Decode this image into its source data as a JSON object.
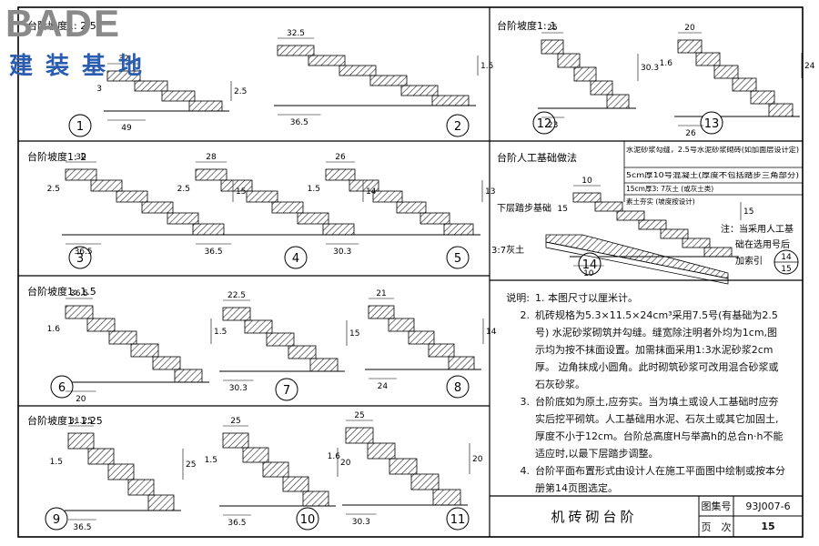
{
  "logo": {
    "brand": "BADE",
    "chinese": "建装基地"
  },
  "slopes": {
    "s1": "台阶坡度1: 2.5",
    "s2": "台阶坡度1: 1",
    "s3": "台阶坡度1: 2",
    "s4": "台阶坡度1: 1.5",
    "s5": "台阶坡度1: 1.25"
  },
  "section_titles": {
    "foundation": "台阶人工基础做法",
    "lower_step": "下层踏步基础",
    "lime_soil": "3:7灰土"
  },
  "foundation_layers": [
    "水泥砂浆勾缝，2.5号水泥砂浆砌砖(如加面层设计定)",
    "5cm厚10号混凝土(厚度不包括踏步三角部分)",
    "15cm厚3: 7灰土 (或灰土类)",
    "素土夯实 (坡度按设计)"
  ],
  "foundation_note": [
    "注：当采用人工基",
    "础在选用号后",
    "加索引"
  ],
  "index_ref": {
    "num": "14",
    "den": "15"
  },
  "details": [
    {
      "no": "1",
      "dims": [
        "32",
        "49",
        "2.5",
        "3"
      ]
    },
    {
      "no": "2",
      "dims": [
        "32.5",
        "36.5",
        "1.5"
      ]
    },
    {
      "no": "3",
      "dims": [
        "30",
        "36.5",
        "15",
        "2.5"
      ]
    },
    {
      "no": "4",
      "dims": [
        "28",
        "36.5",
        "14",
        "2.5"
      ]
    },
    {
      "no": "5",
      "dims": [
        "26",
        "30.3",
        "13",
        "1.5"
      ]
    },
    {
      "no": "6",
      "dims": [
        "36.5",
        "20",
        "1.5",
        "1.6"
      ]
    },
    {
      "no": "7",
      "dims": [
        "22.5",
        "30.3",
        "15"
      ]
    },
    {
      "no": "8",
      "dims": [
        "21",
        "24",
        "14"
      ]
    },
    {
      "no": "9",
      "dims": [
        "31.25",
        "36.5",
        "25",
        "1.5"
      ]
    },
    {
      "no": "10",
      "dims": [
        "25",
        "36.5",
        "20",
        "1.5"
      ]
    },
    {
      "no": "11",
      "dims": [
        "25",
        "30.3",
        "20",
        "1.6"
      ]
    },
    {
      "no": "12",
      "dims": [
        "25",
        "23",
        "30.3"
      ]
    },
    {
      "no": "13",
      "dims": [
        "20",
        "26",
        "24",
        "1.6"
      ]
    },
    {
      "no": "14",
      "dims": [
        "10",
        "10",
        "15",
        "15"
      ]
    },
    {
      "no": "15",
      "dims": []
    }
  ],
  "notes": {
    "label": "说明:",
    "items": [
      {
        "n": "1.",
        "text": "本图尺寸以厘米计。"
      },
      {
        "n": "2.",
        "text": "机砖规格为5.3×11.5×24cm³采用7.5号(有基础为2.5号) 水泥砂浆砌筑并勾缝。缝宽除注明者外均为1cm,图示均为按不抹面设置。加需抹面采用1:3水泥砂浆2cm厚。 边角抹成小圆角。此时砌筑砂浆可改用混合砂浆或石灰砂浆。"
      },
      {
        "n": "3.",
        "text": "台阶底如为原土,应夯实。当为填土或设人工基础时应夯实后挖平砌筑。人工基础用水泥、石灰土或其它加固土,厚度不小于12cm。台阶总高度H与举高h的总合n·h不能适应时,以最下层踏步调整。"
      },
      {
        "n": "4.",
        "text": "台阶平面布置形式由设计人在施工平面图中绘制或按本分册第14页图选定。"
      }
    ]
  },
  "title_block": {
    "title": "机砖砌台阶",
    "atlas_label": "图集号",
    "atlas_no": "93J007-6",
    "page_label": "页　次",
    "page_no": "15"
  }
}
